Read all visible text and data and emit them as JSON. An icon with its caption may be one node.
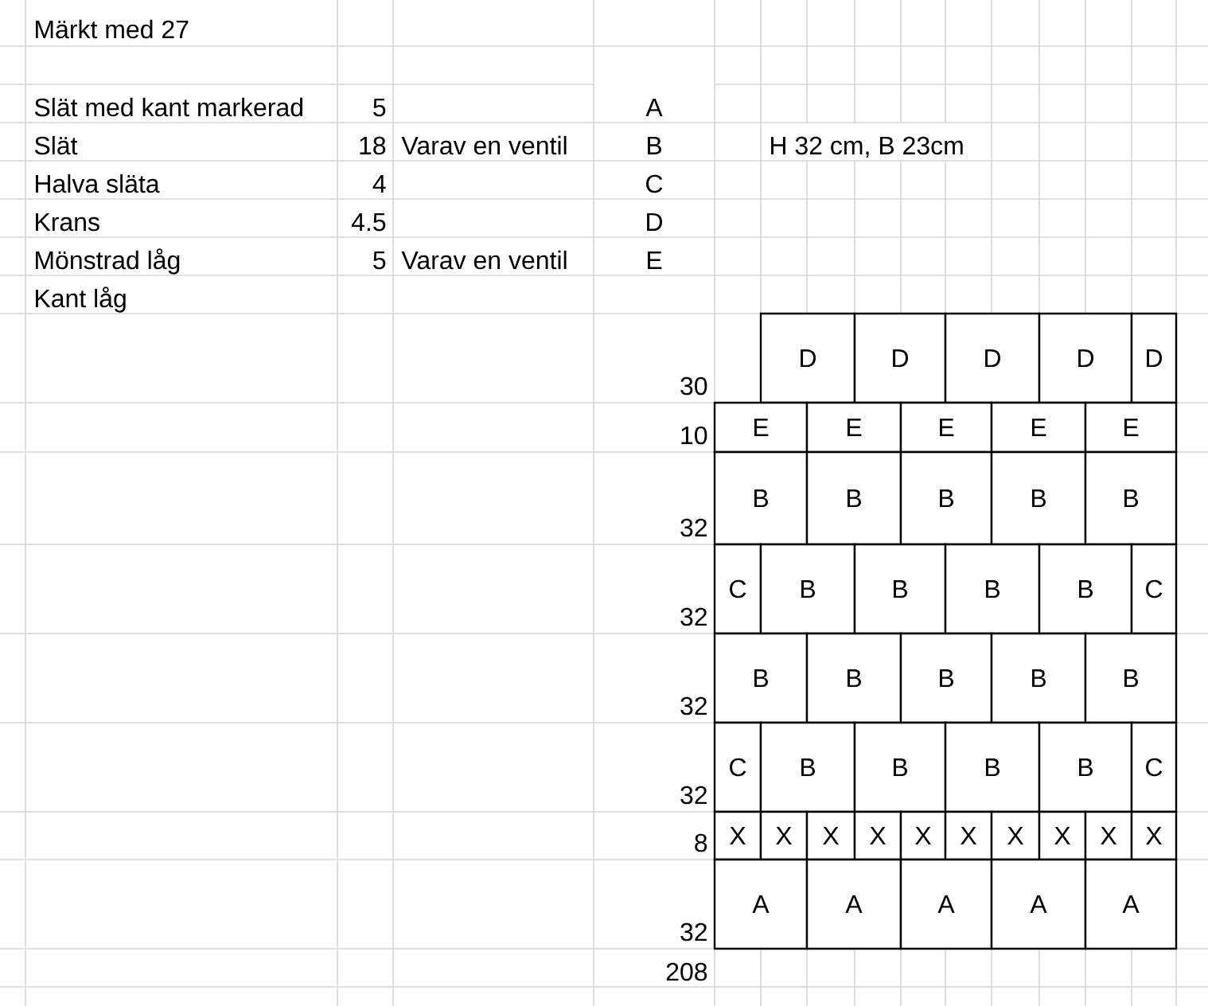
{
  "diagram": {
    "nodes": [
      {
        "text": [
          "D"
        ]
      },
      {
        "text": [
          "D"
        ]
      },
      {
        "text": [
          "D"
        ]
      },
      {
        "text": [
          "D"
        ]
      },
      {
        "text": [
          "D"
        ]
      },
      {
        "text": [
          "E"
        ]
      },
      {
        "text": [
          "E"
        ]
      },
      {
        "text": [
          "E"
        ]
      },
      {
        "text": [
          "E"
        ]
      },
      {
        "text": [
          "E"
        ]
      },
      {
        "text": [
          "B"
        ]
      },
      {
        "text": [
          "B"
        ]
      },
      {
        "text": [
          "B"
        ]
      },
      {
        "text": [
          "B"
        ]
      },
      {
        "text": [
          "B"
        ]
      },
      {
        "text": [
          "C"
        ]
      },
      {
        "text": [
          "B"
        ]
      },
      {
        "text": [
          "B"
        ]
      },
      {
        "text": [
          "B"
        ]
      },
      {
        "text": [
          "B"
        ]
      },
      {
        "text": [
          "C"
        ]
      },
      {
        "text": [
          "B"
        ]
      },
      {
        "text": [
          "B"
        ]
      },
      {
        "text": [
          "B"
        ]
      },
      {
        "text": [
          "B"
        ]
      },
      {
        "text": [
          "B"
        ]
      },
      {
        "text": [
          "C"
        ]
      },
      {
        "text": [
          "B"
        ]
      },
      {
        "text": [
          "B"
        ]
      },
      {
        "text": [
          "B"
        ]
      },
      {
        "text": [
          "B"
        ]
      },
      {
        "text": [
          "C"
        ]
      },
      {
        "text": [
          "X"
        ]
      },
      {
        "text": [
          "X"
        ]
      },
      {
        "text": [
          "X"
        ]
      },
      {
        "text": [
          "X"
        ]
      },
      {
        "text": [
          "X"
        ]
      },
      {
        "text": [
          "X"
        ]
      },
      {
        "text": [
          "X"
        ]
      },
      {
        "text": [
          "X"
        ]
      },
      {
        "text": [
          "X"
        ]
      },
      {
        "text": [
          "X"
        ]
      },
      {
        "text": [
          "A"
        ]
      },
      {
        "text": [
          "A"
        ]
      },
      {
        "text": [
          "A"
        ]
      },
      {
        "text": [
          "A"
        ]
      },
      {
        "text": [
          "A"
        ]
      }
    ],
    "labels": [
      "Märkt med 27",
      "Slät med kant markerad",
      "5",
      "A",
      "Slät",
      "18",
      "Varav en ventil",
      "B",
      "H 32 cm, B 23cm",
      "Halva släta",
      "4",
      "C",
      "Krans",
      "4.5",
      "D",
      "Mönstrad låg",
      "5",
      "Varav en ventil",
      "E",
      "Kant låg",
      "30",
      "10",
      "32",
      "32",
      "32",
      "32",
      "8",
      "32",
      "208"
    ]
  }
}
